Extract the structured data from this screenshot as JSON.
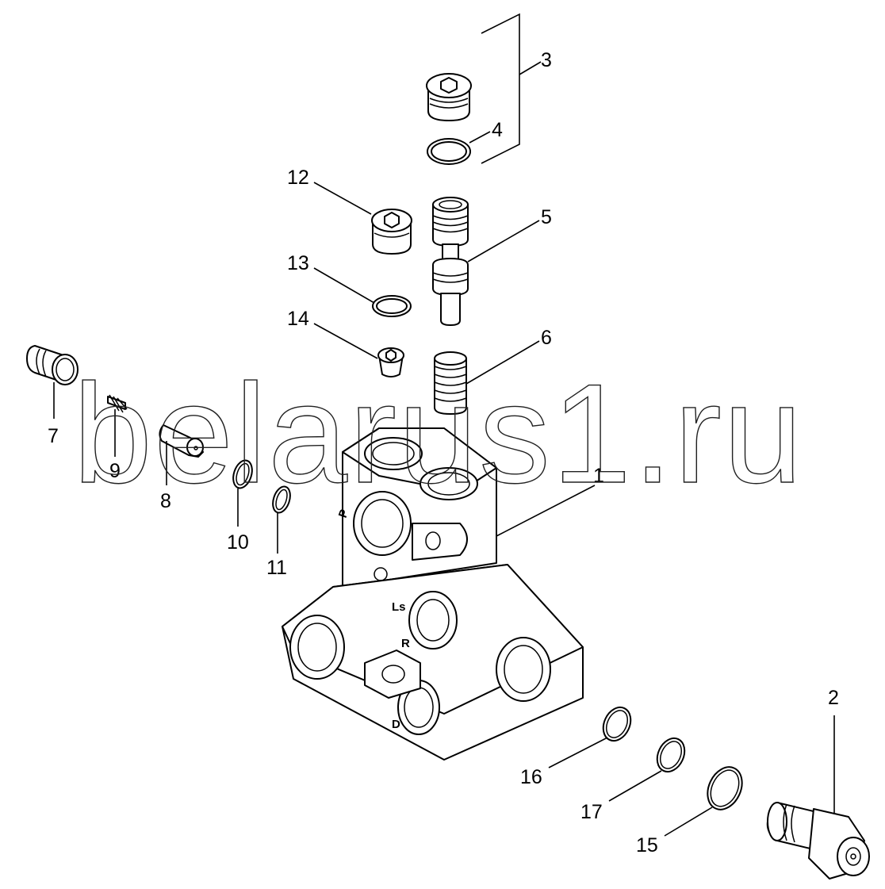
{
  "diagram": {
    "watermark": "belarus1.ru",
    "colors": {
      "line": "#000000",
      "background": "#ffffff"
    },
    "callouts": [
      {
        "id": "c1",
        "label": "1"
      },
      {
        "id": "c2",
        "label": "2"
      },
      {
        "id": "c3",
        "label": "3"
      },
      {
        "id": "c4",
        "label": "4"
      },
      {
        "id": "c5",
        "label": "5"
      },
      {
        "id": "c6",
        "label": "6"
      },
      {
        "id": "c7",
        "label": "7"
      },
      {
        "id": "c8",
        "label": "8"
      },
      {
        "id": "c9",
        "label": "9"
      },
      {
        "id": "c10",
        "label": "10"
      },
      {
        "id": "c11",
        "label": "11"
      },
      {
        "id": "c12",
        "label": "12"
      },
      {
        "id": "c13",
        "label": "13"
      },
      {
        "id": "c14",
        "label": "14"
      },
      {
        "id": "c15",
        "label": "15"
      },
      {
        "id": "c16",
        "label": "16"
      },
      {
        "id": "c17",
        "label": "17"
      }
    ],
    "port_marks": [
      "P",
      "Ls",
      "R",
      "D"
    ]
  }
}
